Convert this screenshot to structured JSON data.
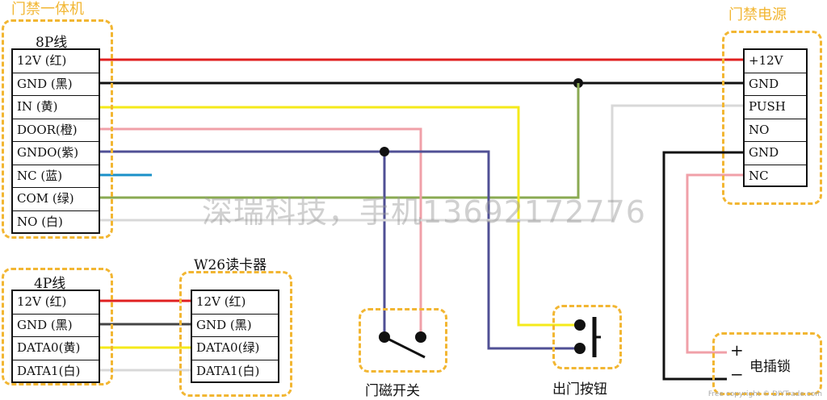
{
  "titles": {
    "controller": "门禁一体机",
    "power": "门禁电源",
    "reader": "W26读卡器"
  },
  "cable_labels": {
    "eight_pin": "8P线",
    "four_pin": "4P线"
  },
  "controller_8p_pins": [
    "12V (红)",
    "GND (黑)",
    "IN (黄)",
    "DOOR(橙)",
    "GNDO(紫)",
    "NC (蓝)",
    "COM (绿)",
    "NO (白)"
  ],
  "controller_4p_pins": [
    "12V (红)",
    "GND (黑)",
    "DATA0(黄)",
    "DATA1(白)"
  ],
  "reader_pins": [
    "12V (红)",
    "GND (黑)",
    "DATA0(绿)",
    "DATA1(白)"
  ],
  "power_pins": [
    "+12V",
    "GND",
    "PUSH",
    "NO",
    "GND",
    "NC"
  ],
  "components": {
    "door_sensor": "门磁开关",
    "exit_button": "出门按钮",
    "electric_lock": "电插锁",
    "lock_plus": "+",
    "lock_minus": "−"
  },
  "watermark": "深瑞科技，手机13692172776",
  "copyright": "Free copyright © DIYTrade.com",
  "colors": {
    "red": "#e02020",
    "black": "#111111",
    "yellow": "#f5ea1a",
    "pink": "#f0a0a8",
    "purple": "#505095",
    "blue": "#1a90c8",
    "green": "#8aaa52",
    "light_gray": "#d8d8d8",
    "dashed_border": "#f2b632"
  }
}
